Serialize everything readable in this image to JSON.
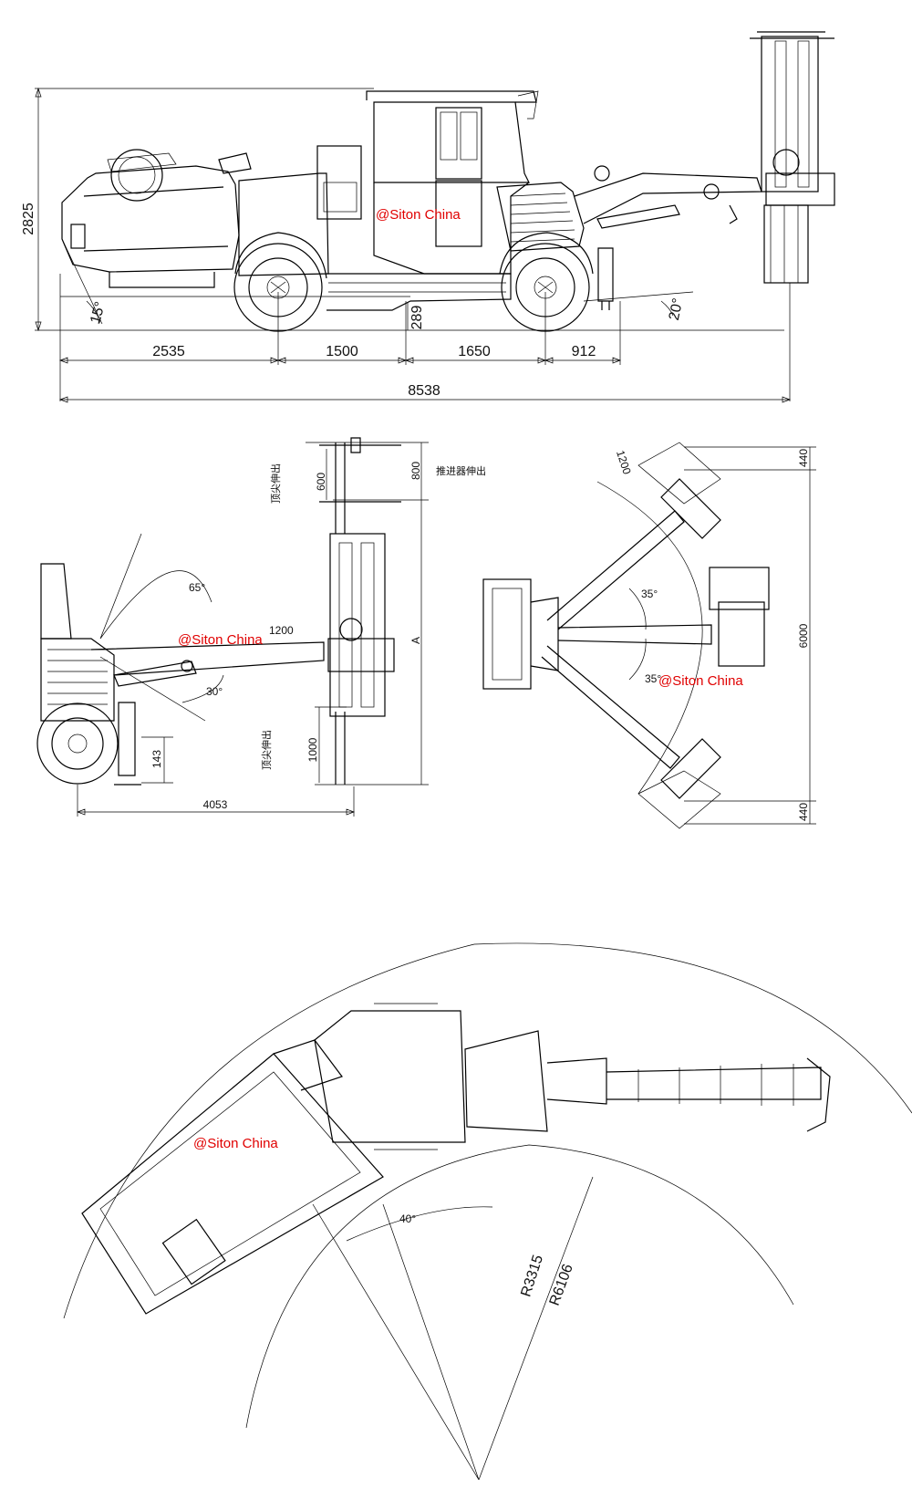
{
  "watermark": "@Siton China",
  "watermark_color": "#e00000",
  "side_view": {
    "height": "2825",
    "ground_clearance": "289",
    "approach_angle": "15°",
    "departure_angle": "20°",
    "segments": [
      "2535",
      "1500",
      "1650",
      "912"
    ],
    "total_length": "8538"
  },
  "boom_view": {
    "boom_extension": "1200",
    "upper_angle": "65°",
    "lower_angle": "30°",
    "top_extension": "600",
    "top_total": "800",
    "top_label": "顶尖伸出",
    "top_label_2": "推进器伸出",
    "bottom_extension": "1000",
    "bottom_label": "顶尖伸出",
    "wheel_height": "143",
    "reach": "4053",
    "mark_a": "A"
  },
  "swing_view": {
    "top_offset": "1200",
    "left_angle": "35°",
    "right_angle": "35°",
    "width": "6000",
    "top_margin": "440",
    "bottom_margin": "440"
  },
  "turning_view": {
    "articulation_angle": "40°",
    "inner_radius": "R3315",
    "outer_radius": "R6106"
  }
}
